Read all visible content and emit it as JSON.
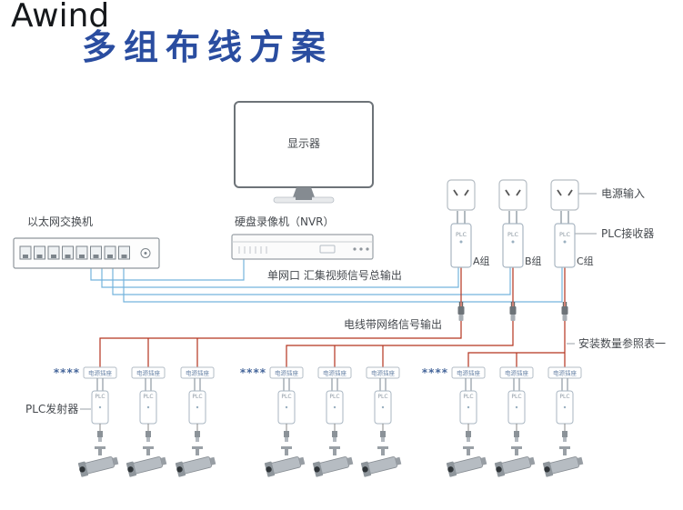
{
  "header": {
    "brand": "Awind",
    "title": "多组布线方案"
  },
  "devices": {
    "monitor": "显示器",
    "switch": "以太网交换机",
    "nvr": "硬盘录像机（NVR）"
  },
  "captions": {
    "net_out": "单网口 汇集视频信号总输出",
    "powerline_out": "电线带网络信号输出",
    "install_ref": "安装数量参照表一",
    "power_input": "电源输入",
    "plc_receiver": "PLC接收器",
    "plc_transmitter": "PLC发射器"
  },
  "groups": [
    {
      "label": "A组"
    },
    {
      "label": "B组"
    },
    {
      "label": "C组"
    }
  ],
  "labels": {
    "plc": "PLC",
    "socket": "电源插座",
    "dots": "****"
  },
  "colors": {
    "title_blue": "#2a4da0",
    "network_line_blue": "#74b3dd",
    "powerline_red": "#b5341f",
    "leader_gray": "#9aa1a7"
  }
}
